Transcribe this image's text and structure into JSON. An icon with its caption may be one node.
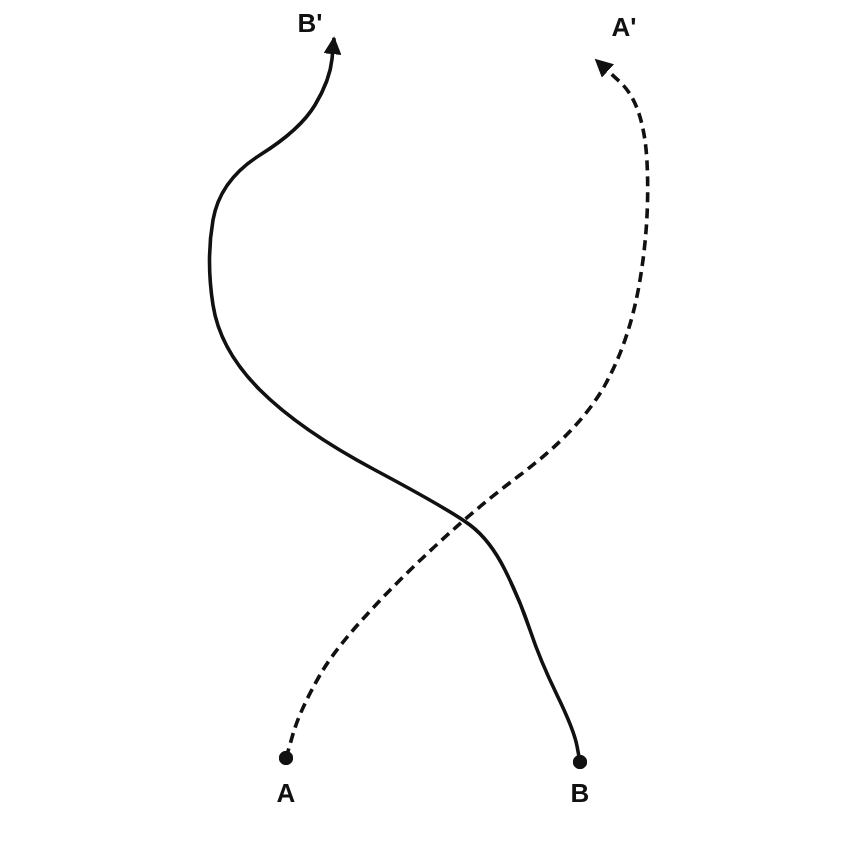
{
  "diagram": {
    "nodes": [
      {
        "text": [
          "B'"
        ]
      },
      {
        "text": [
          "A'"
        ]
      },
      {
        "text": [
          "A"
        ]
      },
      {
        "text": [
          "B"
        ]
      }
    ],
    "edges": [
      {
        "from": 2,
        "to": 1,
        "arrow": "to",
        "style": "dashed"
      },
      {
        "from": 3,
        "to": 0,
        "arrow": "to"
      }
    ]
  }
}
